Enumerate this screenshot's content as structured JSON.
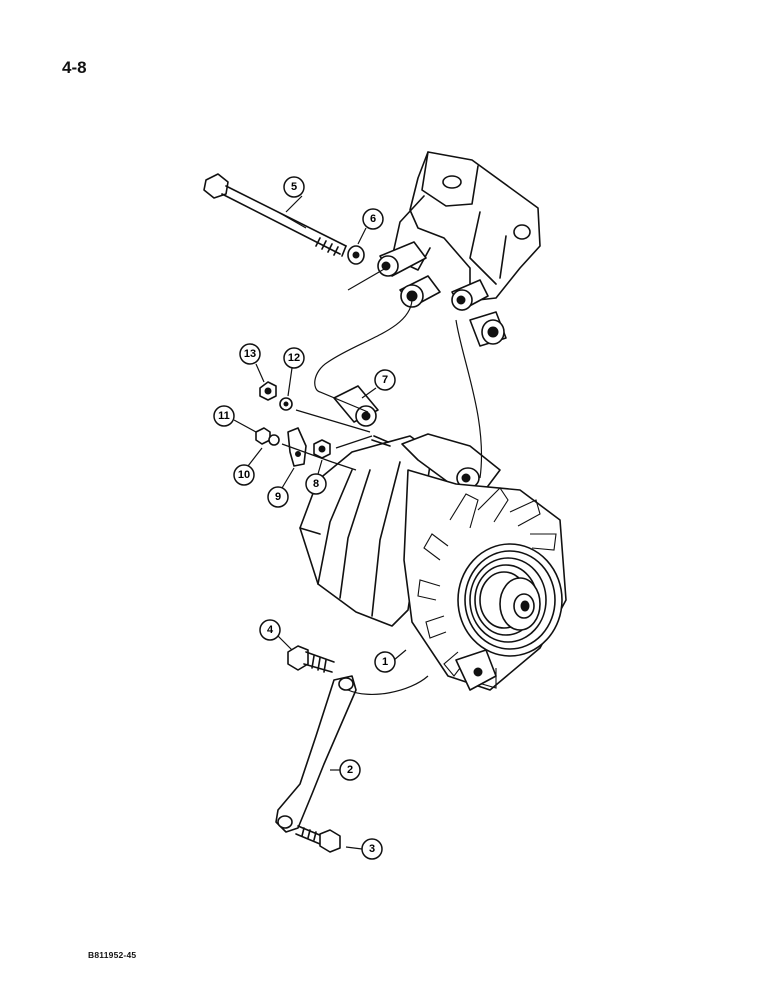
{
  "page": {
    "page_number": "4-8",
    "figure_code": "B811952-45"
  },
  "callouts": [
    {
      "id": "c1",
      "label": "1",
      "part": "alternator"
    },
    {
      "id": "c2",
      "label": "2",
      "part": "adjusting-strap"
    },
    {
      "id": "c3",
      "label": "3",
      "part": "strap-bolt"
    },
    {
      "id": "c4",
      "label": "4",
      "part": "strap-cap-screw"
    },
    {
      "id": "c5",
      "label": "5",
      "part": "mounting-bolt"
    },
    {
      "id": "c6",
      "label": "6",
      "part": "washer"
    },
    {
      "id": "c7",
      "label": "7",
      "part": "spacer"
    },
    {
      "id": "c8",
      "label": "8",
      "part": "terminal-nut"
    },
    {
      "id": "c9",
      "label": "9",
      "part": "terminal-clip"
    },
    {
      "id": "c10",
      "label": "10",
      "part": "lock-washer"
    },
    {
      "id": "c11",
      "label": "11",
      "part": "small-nut"
    },
    {
      "id": "c12",
      "label": "12",
      "part": "lock-washer-12"
    },
    {
      "id": "c13",
      "label": "13",
      "part": "nut-13"
    }
  ]
}
